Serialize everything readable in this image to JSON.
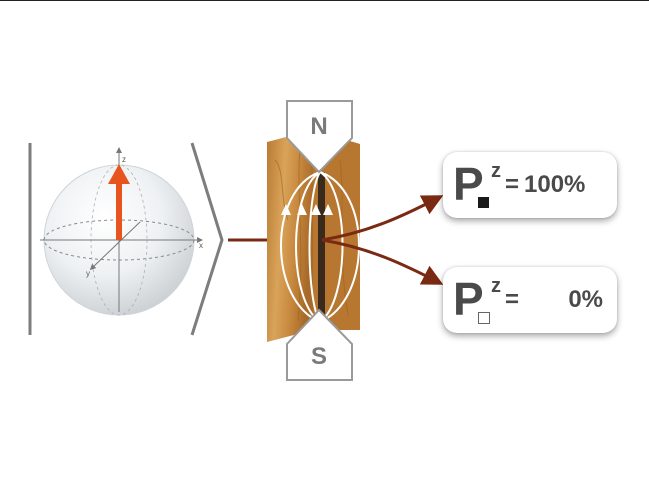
{
  "axes": {
    "z": "z",
    "x": "x",
    "y": "y"
  },
  "magnet": {
    "north": "N",
    "south": "S"
  },
  "outcome_up": {
    "symbol": "P",
    "superscript": "z",
    "equals": "=",
    "value": "100%"
  },
  "outcome_down": {
    "symbol": "P",
    "superscript": "z",
    "equals": "=",
    "value": "0%"
  },
  "colors": {
    "spin_arrow": "#e8541e",
    "beam": "#7a2a12",
    "magnet_wood": "#c98a3a",
    "pole_outline": "#9a9a9a"
  },
  "icons": [
    "bloch-sphere-icon",
    "filled-square-icon",
    "empty-square-icon"
  ]
}
